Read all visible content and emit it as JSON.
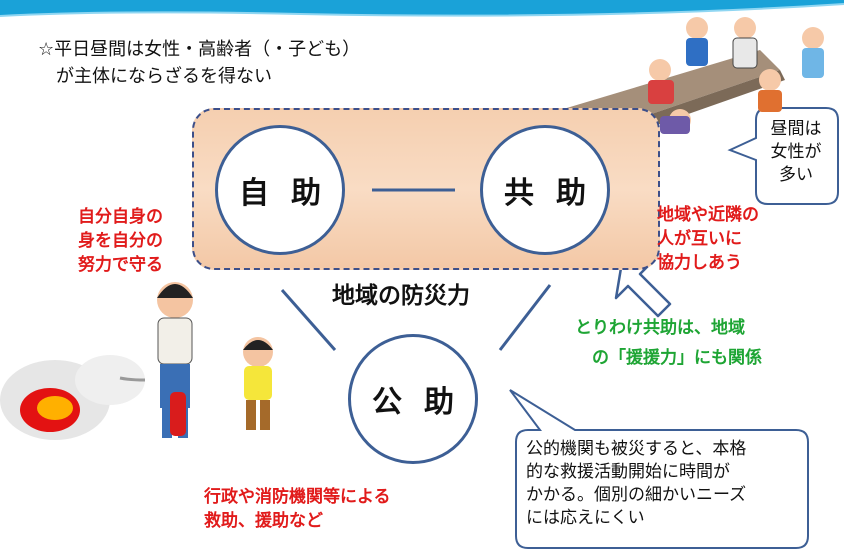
{
  "note": "☆平日昼間は女性・高齢者（・子ども）\n　が主体にならざるを得ない",
  "circles": {
    "self": "自助",
    "mutual": "共助",
    "public": "公助"
  },
  "community_power": "地域の防災力",
  "descriptions": {
    "self": "自分自身の\n身を自分の\n努力で守る",
    "mutual": "地域や近隣の\n人が互いに\n協力しあう",
    "public": "行政や消防機関等による\n救助、援助など"
  },
  "green_note": "とりわけ共助は、地域\n　の「援援力」にも関係",
  "bubbles": {
    "daytime": "昼間は\n女性が\n多い",
    "public_limits": "公的機関も被災すると、本格\n的な救援活動開始に時間が\nかかる。個別の細かいニーズ\nには応えにくい"
  },
  "colors": {
    "accent_blue": "#3d5f95",
    "red_text": "#e11b1b",
    "green_text": "#1ea534",
    "core_fill": "#f7d5b8"
  }
}
